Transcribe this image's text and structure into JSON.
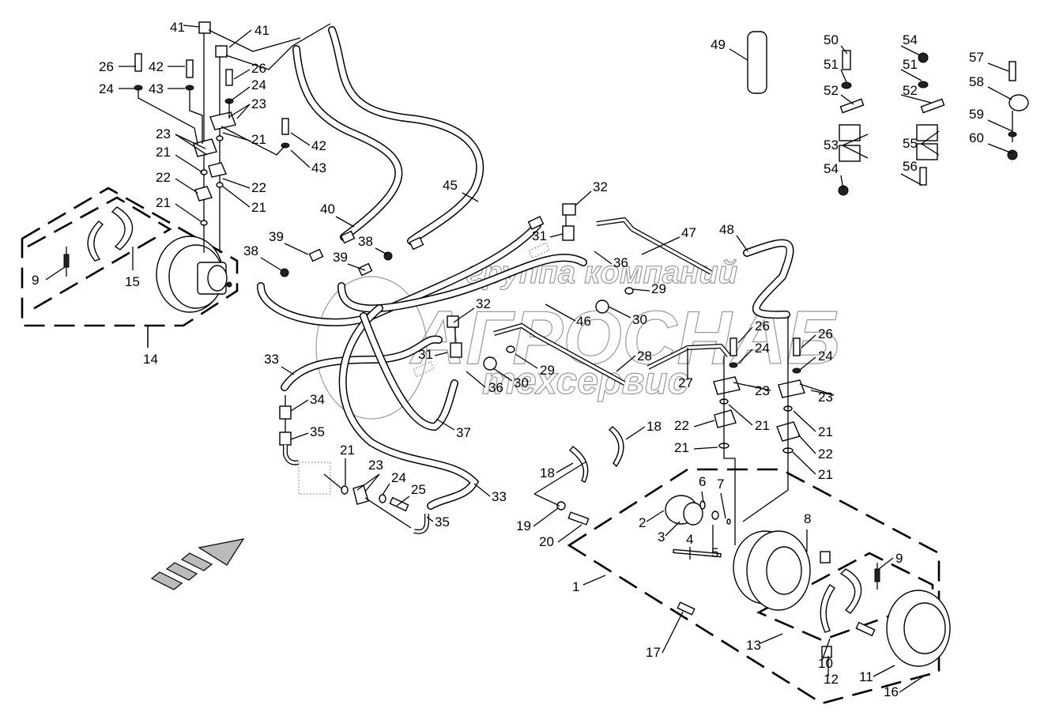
{
  "diagram": {
    "title": "Hydraulic brake lines and wheel brake assembly — exploded parts view",
    "watermark": {
      "line1": "группа компаний",
      "line2": "АГРОСНАБ",
      "line3": "техсервис"
    },
    "direction_arrow": "forward-direction-arrow",
    "callouts": [
      {
        "id": "c41a",
        "number": "41"
      },
      {
        "id": "c41b",
        "number": "41"
      },
      {
        "id": "c26a",
        "number": "26"
      },
      {
        "id": "c42a",
        "number": "42"
      },
      {
        "id": "c24a",
        "number": "24"
      },
      {
        "id": "c43a",
        "number": "43"
      },
      {
        "id": "c26b",
        "number": "26"
      },
      {
        "id": "c24b",
        "number": "24"
      },
      {
        "id": "c23a",
        "number": "23"
      },
      {
        "id": "c23b",
        "number": "23"
      },
      {
        "id": "c42b",
        "number": "42"
      },
      {
        "id": "c43b",
        "number": "43"
      },
      {
        "id": "c21a",
        "number": "21"
      },
      {
        "id": "c21b",
        "number": "21"
      },
      {
        "id": "c22a",
        "number": "22"
      },
      {
        "id": "c22b",
        "number": "22"
      },
      {
        "id": "c21c",
        "number": "21"
      },
      {
        "id": "c21d",
        "number": "21"
      },
      {
        "id": "c9a",
        "number": "9"
      },
      {
        "id": "c15",
        "number": "15"
      },
      {
        "id": "c14",
        "number": "14"
      },
      {
        "id": "c49",
        "number": "49"
      },
      {
        "id": "c50",
        "number": "50"
      },
      {
        "id": "c51a",
        "number": "51"
      },
      {
        "id": "c52a",
        "number": "52"
      },
      {
        "id": "c53",
        "number": "53"
      },
      {
        "id": "c54a",
        "number": "54"
      },
      {
        "id": "c54b",
        "number": "54"
      },
      {
        "id": "c51b",
        "number": "51"
      },
      {
        "id": "c52b",
        "number": "52"
      },
      {
        "id": "c55",
        "number": "55"
      },
      {
        "id": "c56",
        "number": "56"
      },
      {
        "id": "c57",
        "number": "57"
      },
      {
        "id": "c58",
        "number": "58"
      },
      {
        "id": "c59",
        "number": "59"
      },
      {
        "id": "c60",
        "number": "60"
      },
      {
        "id": "c45",
        "number": "45"
      },
      {
        "id": "c40",
        "number": "40"
      },
      {
        "id": "c39a",
        "number": "39"
      },
      {
        "id": "c38a",
        "number": "38"
      },
      {
        "id": "c38b",
        "number": "38"
      },
      {
        "id": "c39b",
        "number": "39"
      },
      {
        "id": "c32a",
        "number": "32"
      },
      {
        "id": "c31a",
        "number": "31"
      },
      {
        "id": "c36a",
        "number": "36"
      },
      {
        "id": "c47",
        "number": "47"
      },
      {
        "id": "c48",
        "number": "48"
      },
      {
        "id": "c29a",
        "number": "29"
      },
      {
        "id": "c30a",
        "number": "30"
      },
      {
        "id": "c46",
        "number": "46"
      },
      {
        "id": "c32b",
        "number": "32"
      },
      {
        "id": "c31b",
        "number": "31"
      },
      {
        "id": "c29b",
        "number": "29"
      },
      {
        "id": "c30b",
        "number": "30"
      },
      {
        "id": "c36b",
        "number": "36"
      },
      {
        "id": "c28",
        "number": "28"
      },
      {
        "id": "c27",
        "number": "27"
      },
      {
        "id": "c26c",
        "number": "26"
      },
      {
        "id": "c24c",
        "number": "24"
      },
      {
        "id": "c23c",
        "number": "23"
      },
      {
        "id": "c21e",
        "number": "21"
      },
      {
        "id": "c22c",
        "number": "22"
      },
      {
        "id": "c21f",
        "number": "21"
      },
      {
        "id": "c26d",
        "number": "26"
      },
      {
        "id": "c24d",
        "number": "24"
      },
      {
        "id": "c23d",
        "number": "23"
      },
      {
        "id": "c21g",
        "number": "21"
      },
      {
        "id": "c22d",
        "number": "22"
      },
      {
        "id": "c21h",
        "number": "21"
      },
      {
        "id": "c33a",
        "number": "33"
      },
      {
        "id": "c34",
        "number": "34"
      },
      {
        "id": "c35a",
        "number": "35"
      },
      {
        "id": "c37",
        "number": "37"
      },
      {
        "id": "c21i",
        "number": "21"
      },
      {
        "id": "c23e",
        "number": "23"
      },
      {
        "id": "c24e",
        "number": "24"
      },
      {
        "id": "c25",
        "number": "25"
      },
      {
        "id": "c33b",
        "number": "33"
      },
      {
        "id": "c35b",
        "number": "35"
      },
      {
        "id": "c18a",
        "number": "18"
      },
      {
        "id": "c18b",
        "number": "18"
      },
      {
        "id": "c19",
        "number": "19"
      },
      {
        "id": "c20",
        "number": "20"
      },
      {
        "id": "c6",
        "number": "6"
      },
      {
        "id": "c7",
        "number": "7"
      },
      {
        "id": "c2",
        "number": "2"
      },
      {
        "id": "c3",
        "number": "3"
      },
      {
        "id": "c4",
        "number": "4"
      },
      {
        "id": "c5",
        "number": "5"
      },
      {
        "id": "c8",
        "number": "8"
      },
      {
        "id": "c9b",
        "number": "9"
      },
      {
        "id": "c1",
        "number": "1"
      },
      {
        "id": "c13",
        "number": "13"
      },
      {
        "id": "c17",
        "number": "17"
      },
      {
        "id": "c10",
        "number": "10"
      },
      {
        "id": "c12",
        "number": "12"
      },
      {
        "id": "c11",
        "number": "11"
      },
      {
        "id": "c16",
        "number": "16"
      }
    ]
  }
}
